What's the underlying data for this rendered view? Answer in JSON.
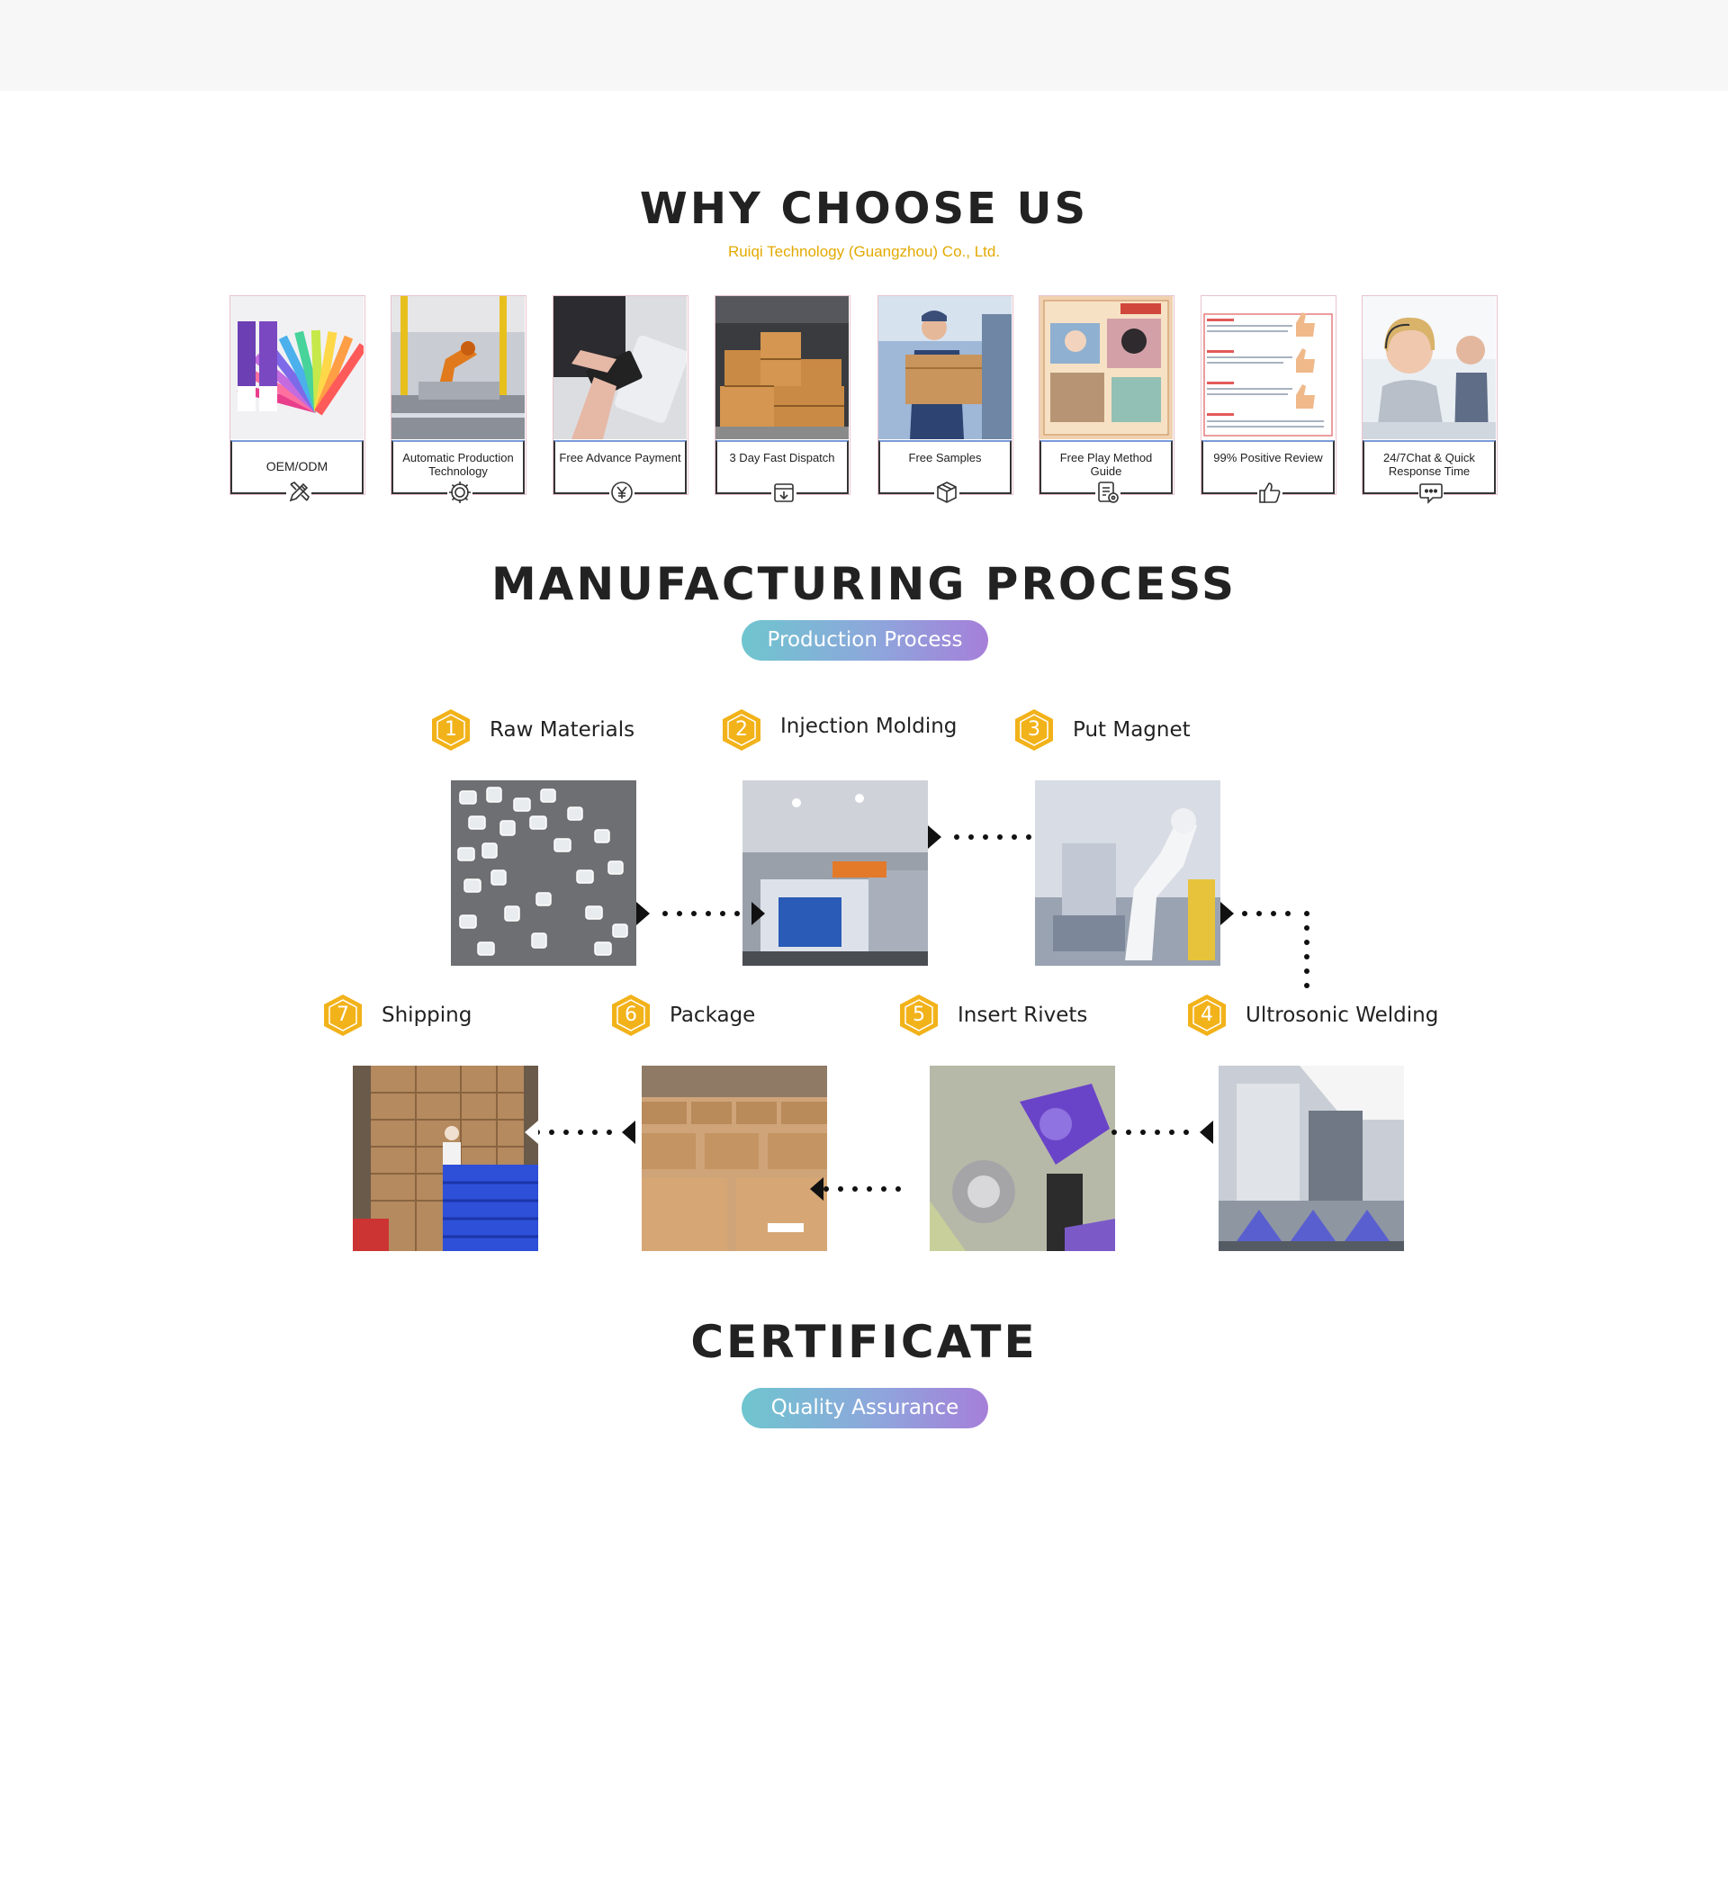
{
  "why": {
    "title": "WHY CHOOSE US",
    "subtitle": "Ruiqi Technology (Guangzhou) Co., Ltd."
  },
  "features": [
    {
      "label": "OEM/ODM",
      "icon": "design-pencil-icon"
    },
    {
      "label": "Automatic Production Technology",
      "icon": "gear-icon"
    },
    {
      "label": "Free Advance Payment",
      "icon": "yen-coin-icon"
    },
    {
      "label": "3 Day Fast Dispatch",
      "icon": "download-box-icon"
    },
    {
      "label": "Free Samples",
      "icon": "package-cube-icon"
    },
    {
      "label": "Free Play Method Guide",
      "icon": "document-settings-icon"
    },
    {
      "label": "99% Positive Review",
      "icon": "thumbs-up-icon"
    },
    {
      "label": "24/7Chat & Quick Response Time",
      "icon": "chat-bubble-icon"
    }
  ],
  "manufacturing": {
    "title": "MANUFACTURING PROCESS",
    "badge": "Production Process",
    "steps": [
      {
        "num": "1",
        "label": "Raw Materials"
      },
      {
        "num": "2",
        "label": "Injection Molding"
      },
      {
        "num": "3",
        "label": "Put Magnet"
      },
      {
        "num": "4",
        "label": "Ultrosonic Welding"
      },
      {
        "num": "5",
        "label": "Insert Rivets"
      },
      {
        "num": "6",
        "label": "Package"
      },
      {
        "num": "7",
        "label": "Shipping"
      }
    ]
  },
  "certificate": {
    "title": "CERTIFICATE",
    "badge": "Quality Assurance"
  },
  "colors": {
    "accent_gold": "#f2b21a",
    "subtitle_gold": "#e3a900",
    "pill_start": "#6fc5cf",
    "pill_end": "#a57fd9"
  }
}
